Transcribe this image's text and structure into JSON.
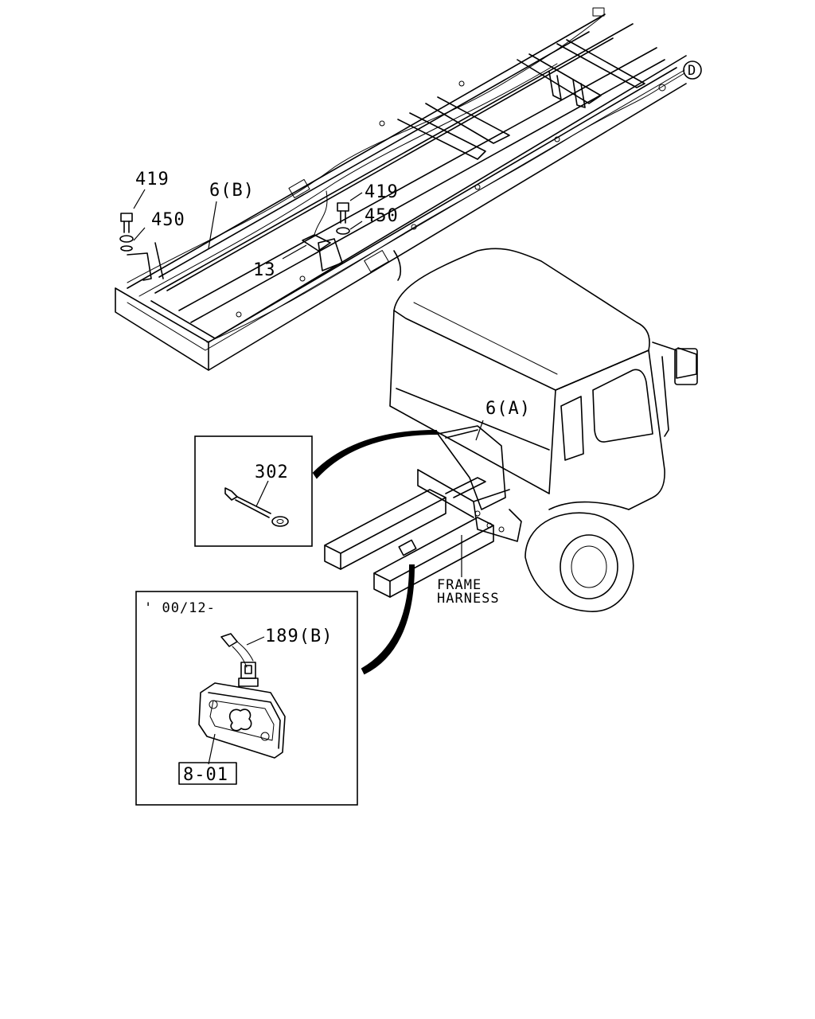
{
  "labels": {
    "bolt_left": "419",
    "washer_left": "450",
    "harness_b": "6(B)",
    "bolt_right": "419",
    "washer_right": "450",
    "clip": "13",
    "ref_d": "D",
    "harness_a": "6(A)",
    "ground_cable": "302",
    "frame_harness_line1": "FRAME",
    "frame_harness_line2": "HARNESS",
    "date_code": "' 00/12-",
    "lamp_socket": "189(B)",
    "lamp_ref": "8-01"
  }
}
